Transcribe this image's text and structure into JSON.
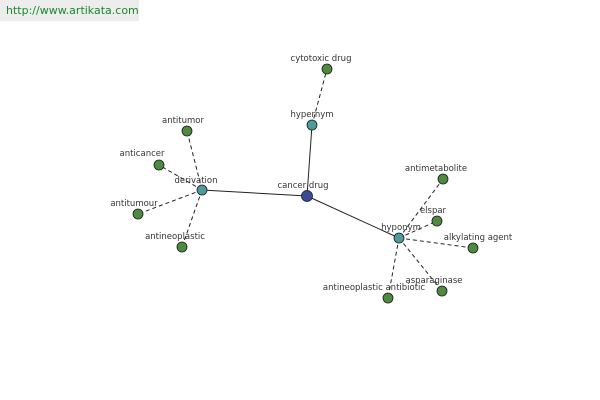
{
  "watermark": {
    "text": "http://www.artikata.com"
  },
  "colors": {
    "root": "#3b4c97",
    "relation": "#4f9b9b",
    "term": "#4e8a40",
    "edge": "#222222"
  },
  "graph": {
    "nodes": [
      {
        "id": "cancer-drug",
        "label": "cancer drug",
        "kind": "root"
      },
      {
        "id": "hypernym",
        "label": "hypernym",
        "kind": "relation"
      },
      {
        "id": "derivation",
        "label": "derivation",
        "kind": "relation"
      },
      {
        "id": "hyponym",
        "label": "hyponym",
        "kind": "relation"
      },
      {
        "id": "cytotoxic-drug",
        "label": "cytotoxic drug",
        "kind": "term"
      },
      {
        "id": "antitumor",
        "label": "antitumor",
        "kind": "term"
      },
      {
        "id": "anticancer",
        "label": "anticancer",
        "kind": "term"
      },
      {
        "id": "antitumour",
        "label": "antitumour",
        "kind": "term"
      },
      {
        "id": "antineoplastic",
        "label": "antineoplastic",
        "kind": "term"
      },
      {
        "id": "antimetabolite",
        "label": "antimetabolite",
        "kind": "term"
      },
      {
        "id": "elspar",
        "label": "elspar",
        "kind": "term"
      },
      {
        "id": "alkylating-agent",
        "label": "alkylating agent",
        "kind": "term"
      },
      {
        "id": "asparaginase",
        "label": "asparaginase",
        "kind": "term"
      },
      {
        "id": "antineoplastic-antibiotic",
        "label": "antineoplastic antibiotic",
        "kind": "term"
      }
    ],
    "edges": [
      {
        "from": "cancer-drug",
        "to": "hypernym",
        "style": "solid"
      },
      {
        "from": "cancer-drug",
        "to": "derivation",
        "style": "solid"
      },
      {
        "from": "cancer-drug",
        "to": "hyponym",
        "style": "solid"
      },
      {
        "from": "hypernym",
        "to": "cytotoxic-drug",
        "style": "dashed"
      },
      {
        "from": "derivation",
        "to": "antitumor",
        "style": "dashed"
      },
      {
        "from": "derivation",
        "to": "anticancer",
        "style": "dashed"
      },
      {
        "from": "derivation",
        "to": "antitumour",
        "style": "dashed"
      },
      {
        "from": "derivation",
        "to": "antineoplastic",
        "style": "dashed"
      },
      {
        "from": "hyponym",
        "to": "antimetabolite",
        "style": "dashed"
      },
      {
        "from": "hyponym",
        "to": "elspar",
        "style": "dashed"
      },
      {
        "from": "hyponym",
        "to": "alkylating-agent",
        "style": "dashed"
      },
      {
        "from": "hyponym",
        "to": "asparaginase",
        "style": "dashed"
      },
      {
        "from": "hyponym",
        "to": "antineoplastic-antibiotic",
        "style": "dashed"
      }
    ]
  }
}
